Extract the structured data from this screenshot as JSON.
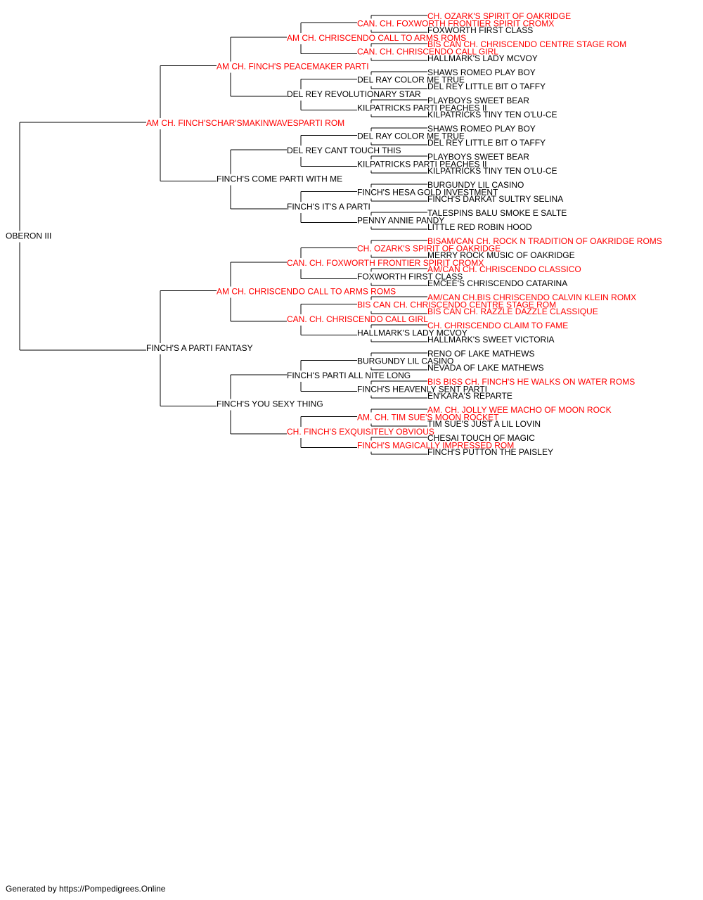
{
  "colors": {
    "champion": "#ff0000",
    "normal": "#000000",
    "line": "#000000",
    "background": "#ffffff"
  },
  "footer": "Generated by https://Pompedigrees.Online",
  "pedigree": {
    "name": "OBERON III",
    "champion": false,
    "sire": {
      "name": "AM CH. FINCH'SCHAR'SMAKINWAVESPARTI ROM",
      "champion": true,
      "sire": {
        "name": "AM CH. FINCH'S PEACEMAKER PARTI",
        "champion": true,
        "sire": {
          "name": "AM CH. CHRISCENDO CALL TO ARMS ROMS",
          "champion": true,
          "sire": {
            "name": "CAN. CH. FOXWORTH FRONTIER SPIRIT CROMX",
            "champion": true,
            "sire": {
              "name": "CH. OZARK'S SPIRIT OF OAKRIDGE",
              "champion": true
            },
            "dam": {
              "name": "FOXWORTH FIRST CLASS",
              "champion": false
            }
          },
          "dam": {
            "name": "CAN. CH. CHRISCENDO CALL GIRL",
            "champion": true,
            "sire": {
              "name": "BIS CAN CH. CHRISCENDO CENTRE STAGE ROM",
              "champion": true
            },
            "dam": {
              "name": "HALLMARK'S LADY MCVOY",
              "champion": false
            }
          }
        },
        "dam": {
          "name": "DEL REY REVOLUTIONARY STAR",
          "champion": false,
          "sire": {
            "name": "DEL RAY COLOR ME TRUE",
            "champion": false,
            "sire": {
              "name": "SHAWS ROMEO PLAY BOY",
              "champion": false
            },
            "dam": {
              "name": "DEL REY LITTLE BIT O TAFFY",
              "champion": false
            }
          },
          "dam": {
            "name": "KILPATRICKS PARTI PEACHES II",
            "champion": false,
            "sire": {
              "name": "PLAYBOYS SWEET BEAR",
              "champion": false
            },
            "dam": {
              "name": "KILPATRICKS TINY TEN O'LU-CE",
              "champion": false
            }
          }
        }
      },
      "dam": {
        "name": "FINCH'S COME PARTI WITH ME",
        "champion": false,
        "sire": {
          "name": "DEL REY CANT TOUCH THIS",
          "champion": false,
          "sire": {
            "name": "DEL RAY COLOR ME TRUE",
            "champion": false,
            "sire": {
              "name": "SHAWS ROMEO PLAY BOY",
              "champion": false
            },
            "dam": {
              "name": "DEL REY LITTLE BIT O TAFFY",
              "champion": false
            }
          },
          "dam": {
            "name": "KILPATRICKS PARTI PEACHES II",
            "champion": false,
            "sire": {
              "name": "PLAYBOYS SWEET BEAR",
              "champion": false
            },
            "dam": {
              "name": "KILPATRICKS TINY TEN O'LU-CE",
              "champion": false
            }
          }
        },
        "dam": {
          "name": "FINCH'S IT'S A PARTI",
          "champion": false,
          "sire": {
            "name": "FINCH'S HESA GOLD INVESTMENT",
            "champion": false,
            "sire": {
              "name": "BURGUNDY LIL CASINO",
              "champion": false
            },
            "dam": {
              "name": "FINCH'S DARKAT SULTRY SELINA",
              "champion": false
            }
          },
          "dam": {
            "name": "PENNY ANNIE PANDY",
            "champion": false,
            "sire": {
              "name": "TALESPINS BALU SMOKE E SALTE",
              "champion": false
            },
            "dam": {
              "name": "LITTLE RED ROBIN HOOD",
              "champion": false
            }
          }
        }
      }
    },
    "dam": {
      "name": "FINCH'S A PARTI FANTASY",
      "champion": false,
      "sire": {
        "name": "AM CH. CHRISCENDO CALL TO ARMS ROMS",
        "champion": true,
        "sire": {
          "name": "CAN. CH. FOXWORTH FRONTIER SPIRIT CROMX",
          "champion": true,
          "sire": {
            "name": "CH. OZARK'S SPIRIT OF OAKRIDGE",
            "champion": true,
            "sire": {
              "name": "BISAM/CAN CH. ROCK N TRADITION OF OAKRIDGE ROMS",
              "champion": true
            },
            "dam": {
              "name": "MERRY ROCK MUSIC OF OAKRIDGE",
              "champion": false
            }
          },
          "dam": {
            "name": "FOXWORTH FIRST CLASS",
            "champion": false,
            "sire": {
              "name": "AM/CAN CH. CHRISCENDO CLASSICO",
              "champion": true
            },
            "dam": {
              "name": "EMCEE'S CHRISCENDO CATARINA",
              "champion": false
            }
          }
        },
        "dam": {
          "name": "CAN. CH. CHRISCENDO CALL GIRL",
          "champion": true,
          "sire": {
            "name": "BIS CAN CH. CHRISCENDO CENTRE STAGE ROM",
            "champion": true,
            "sire": {
              "name": "AM/CAN CH.BIS CHRISCENDO CALVIN KLEIN ROMX",
              "champion": true
            },
            "dam": {
              "name": "BIS CAN CH. RAZZLE DAZZLE CLASSIQUE",
              "champion": true
            }
          },
          "dam": {
            "name": "HALLMARK'S LADY MCVOY",
            "champion": false,
            "sire": {
              "name": "CH. CHRISCENDO CLAIM TO FAME",
              "champion": true
            },
            "dam": {
              "name": "HALLMARK'S SWEET VICTORIA",
              "champion": false
            }
          }
        }
      },
      "dam": {
        "name": "FINCH'S YOU SEXY THING",
        "champion": false,
        "sire": {
          "name": "FINCH'S PARTI ALL NITE LONG",
          "champion": false,
          "sire": {
            "name": "BURGUNDY LIL CASINO",
            "champion": false,
            "sire": {
              "name": "RENO OF LAKE MATHEWS",
              "champion": false
            },
            "dam": {
              "name": "NEVADA OF LAKE MATHEWS",
              "champion": false
            }
          },
          "dam": {
            "name": "FINCH'S HEAVENLY SENT PARTI",
            "champion": false,
            "sire": {
              "name": "BIS BISS CH. FINCH'S HE WALKS ON WATER ROMS",
              "champion": true
            },
            "dam": {
              "name": "EN'KARA'S REPARTE",
              "champion": false
            }
          }
        },
        "dam": {
          "name": "CH. FINCH'S EXQUISITELY OBVIOUS",
          "champion": true,
          "sire": {
            "name": "AM. CH. TIM SUE'S MOON ROCKET",
            "champion": true,
            "sire": {
              "name": "AM. CH. JOLLY WEE MACHO OF MOON ROCK",
              "champion": true
            },
            "dam": {
              "name": "TIM SUE'S JUST A LIL LOVIN",
              "champion": false
            }
          },
          "dam": {
            "name": "FINCH'S MAGICALLY IMPRESSED ROM",
            "champion": true,
            "sire": {
              "name": "CHESAI TOUCH OF MAGIC",
              "champion": false
            },
            "dam": {
              "name": "FINCH'S PUTTON THE PAISLEY",
              "champion": false
            }
          }
        }
      }
    }
  }
}
